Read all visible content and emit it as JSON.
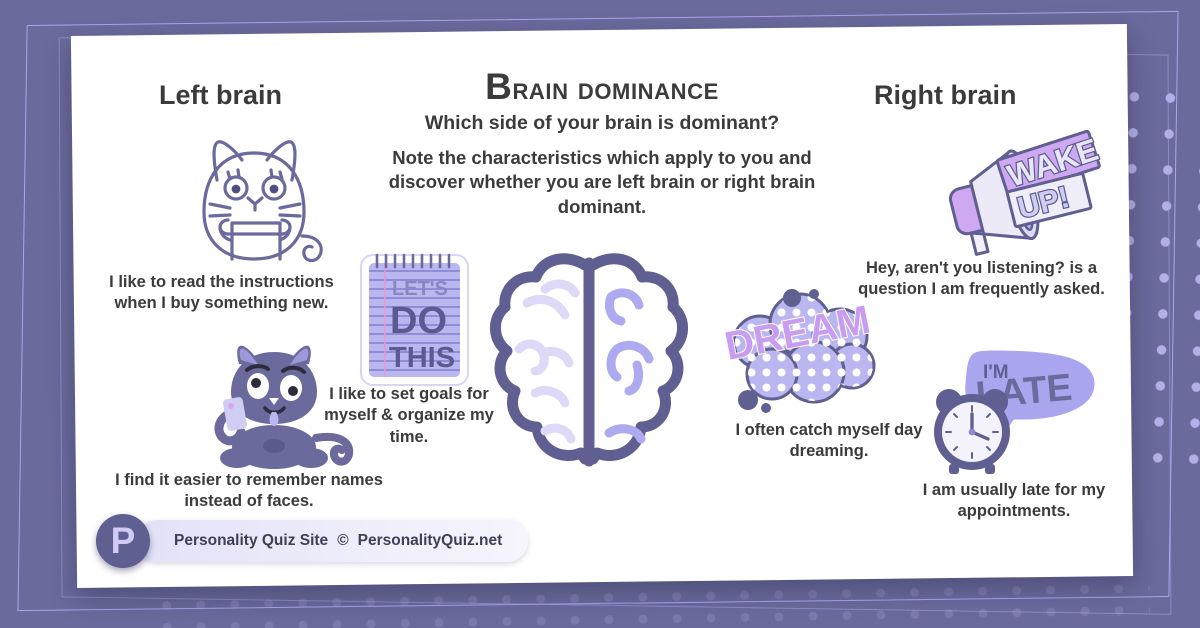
{
  "header": {
    "title_first_letter": "B",
    "title_rest": "rain dominance",
    "title_full": "Brain dominance",
    "subtitle": "Which side of your brain is dominant?",
    "intro": "Note the characteristics which apply to you and discover whether you are left brain or right brain dominant."
  },
  "columns": {
    "left_label": "Left brain",
    "right_label": "Right brain"
  },
  "traits": {
    "left": [
      {
        "id": "read-instructions",
        "icon": "cat-reading-icon",
        "text": "I like to read the instructions when I buy something new."
      },
      {
        "id": "set-goals",
        "icon": "notepad-icon",
        "sticker_line1": "LET'S",
        "sticker_line2": "DO",
        "sticker_line3": "THIS",
        "text": "I like to set goals for myself & organize my time."
      },
      {
        "id": "remember-names",
        "icon": "sad-cat-phone-icon",
        "text": "I find it easier to remember names instead of faces."
      }
    ],
    "right": [
      {
        "id": "not-listening",
        "icon": "megaphone-icon",
        "sticker_line1": "WAKE",
        "sticker_line2": "UP!",
        "text": "Hey, aren't you listening? is a question I am frequently asked."
      },
      {
        "id": "day-dreaming",
        "icon": "dream-cloud-icon",
        "sticker_text": "DREAM",
        "text": "I often catch myself day dreaming."
      },
      {
        "id": "usually-late",
        "icon": "alarm-clock-icon",
        "sticker_line1": "I'M",
        "sticker_line2": "LATE",
        "text": "I am usually late for my appointments."
      }
    ]
  },
  "center": {
    "icon": "brain-icon"
  },
  "footer": {
    "logo_letter": "P",
    "site_name": "Personality Quiz Site",
    "copyright_symbol": "©",
    "domain": "PersonalityQuiz.net"
  },
  "colors": {
    "background_purple": "#6a6a9c",
    "card_white": "#ffffff",
    "text_dark": "#3b3b3b",
    "accent_purple": "#5f5f91",
    "light_lavender": "#b9b6f0",
    "pale_lavender": "#e0def8",
    "bright_violet": "#c89cf0"
  }
}
